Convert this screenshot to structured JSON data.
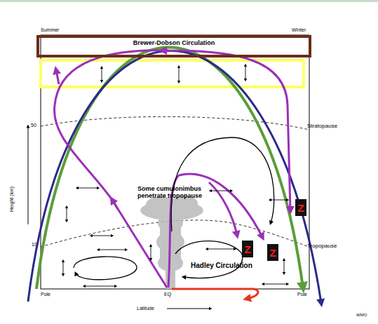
{
  "diagram": {
    "nodes": [
      {
        "text": [
          "Brewer-Dobson Circulation"
        ]
      },
      {
        "text": [
          "Z"
        ]
      },
      {
        "text": [
          "Z"
        ]
      },
      {
        "text": [
          "Z"
        ]
      }
    ],
    "labels": [
      "Summer",
      "Winter",
      "50",
      "Stratopause",
      "Height (km)",
      "Some cumulonimbus penetrate tropopause",
      "10",
      "Tropopause",
      "Hadley Circulation",
      "Pole",
      "EQ",
      "Pole",
      "Latitude",
      "WMO"
    ]
  }
}
